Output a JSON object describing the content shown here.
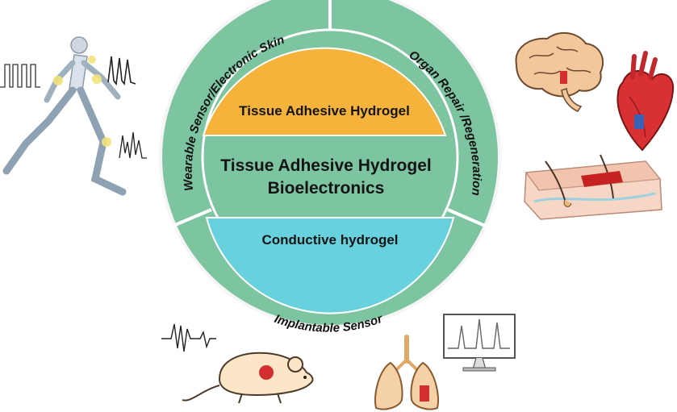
{
  "center": {
    "line1": "Tissue Adhesive Hydrogel",
    "line2": "Bioelectronics"
  },
  "top_segment": {
    "label": "Tissue Adhesive Hydrogel",
    "color": "#f5b33c"
  },
  "bottom_segment": {
    "label": "Conductive hydrogel",
    "color": "#67d1de"
  },
  "ring": {
    "color": "#7dc4a0",
    "left_label": "Wearable Sensor/Electronic Skin",
    "right_label": "Organ Repair /Regeneration",
    "bottom_label": "Implantable Sensor"
  },
  "illustrations": {
    "left": [
      "runner-figure",
      "ecg-signal-traces"
    ],
    "right": [
      "brain",
      "heart",
      "skin-cross-section"
    ],
    "bottom": [
      "mouse",
      "signal-waveform",
      "lungs",
      "monitor"
    ]
  }
}
